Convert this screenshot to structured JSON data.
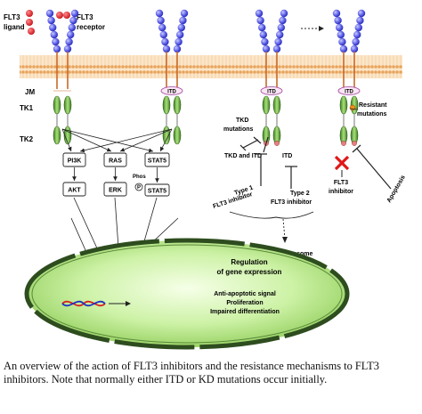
{
  "legend": {
    "ligand": "FLT3\nligand",
    "receptor": "FLT3\nreceptor"
  },
  "domains": {
    "jm": "JM",
    "tk1": "TK1",
    "tk2": "TK2",
    "itd": "ITD"
  },
  "signaling": {
    "pi3k": "PI3K",
    "ras": "RAS",
    "stat5": "STAT5",
    "akt": "AKT",
    "erk": "ERK",
    "stat5b": "STAT5",
    "phos": "Phos",
    "p": "P"
  },
  "inhibitors": {
    "tkd_mutations": "TKD\nmutations",
    "tkd_and_itd": "TKD and ITD",
    "itd": "ITD",
    "type1": "Type 1\nFLT3 inhibitor",
    "type2": "Type 2\nFLT3 inhibitor",
    "apoptosome": "Apoptosome",
    "resistant": "Resistant\nmutations",
    "flt3_inhibitor": "FLT3\ninhibitor",
    "apoptosis": "Apoptosis"
  },
  "nucleus": {
    "title": "Regulation\nof gene expression",
    "effects": "Anti-apoptotic signal\nProliferation\nImpaired differentiation"
  },
  "caption": "An overview of the action of FLT3 inhibitors and the resistance mechanisms to FLT3 inhibitors. Note that normally either ITD or KD mutations occur initially.",
  "colors": {
    "bead": "#6b6ef0",
    "bead_dark": "#2a2fc4",
    "ligand": "#e0202a",
    "membrane": "#f0c08a",
    "tk": "#7fbf4a",
    "nucleus": "#c8f0a0",
    "nucleus_rim": "#2e4d1f"
  }
}
